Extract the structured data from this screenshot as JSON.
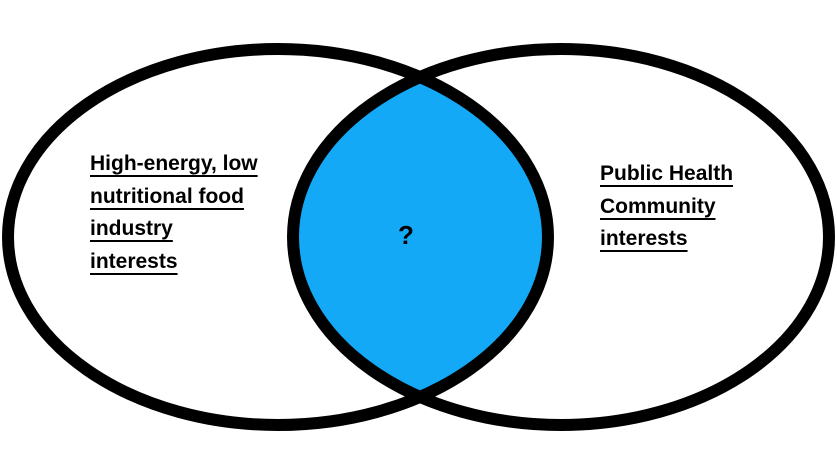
{
  "diagram": {
    "left_set": {
      "lines": [
        "High-energy, low",
        "nutritional food",
        "industry",
        "interests"
      ]
    },
    "right_set": {
      "lines": [
        "Public Health",
        "Community",
        "interests"
      ]
    },
    "intersection": {
      "label": "?"
    },
    "colors": {
      "intersection_fill": "#13a9f6",
      "outline": "#000000"
    }
  }
}
